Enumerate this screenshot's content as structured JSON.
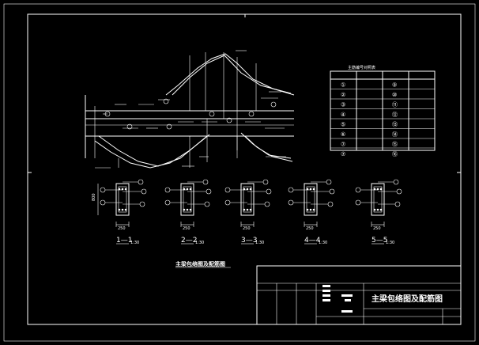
{
  "drawing": {
    "title_block_title": "主梁包络图及配筋图",
    "sub_caption": "主梁包络图及配筋图",
    "table_title": "主筋编号对照表"
  },
  "sections": [
    {
      "label": "1—1",
      "scale": "1:30",
      "width_dim": "250"
    },
    {
      "label": "2—2",
      "scale": "1:30",
      "width_dim": "250"
    },
    {
      "label": "3—3",
      "scale": "1:30",
      "width_dim": "250"
    },
    {
      "label": "4—4",
      "scale": "1:30",
      "width_dim": "250"
    },
    {
      "label": "5—5",
      "scale": "1:30",
      "width_dim": "250"
    }
  ],
  "section_height_dim": "800",
  "table_rows": [
    {
      "a": "①",
      "b": "⑨"
    },
    {
      "a": "②",
      "b": "⑩"
    },
    {
      "a": "③",
      "b": "⑪"
    },
    {
      "a": "④",
      "b": "⑫"
    },
    {
      "a": "⑤",
      "b": "⑬"
    },
    {
      "a": "⑥",
      "b": "⑭"
    },
    {
      "a": "⑦",
      "b": "⑮"
    },
    {
      "a": "⑦",
      "b": "⑯"
    }
  ]
}
